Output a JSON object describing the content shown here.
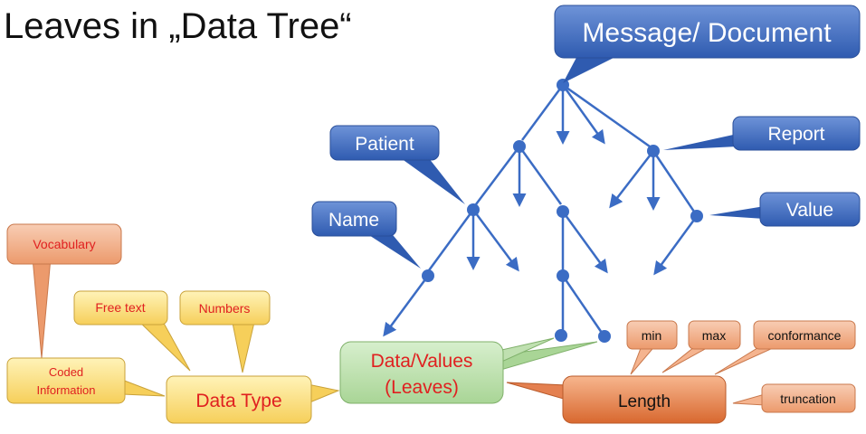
{
  "title": "Leaves in „Data Tree“",
  "callouts": {
    "message_document": "Message/ Document",
    "report": "Report",
    "patient": "Patient",
    "value": "Value",
    "name": "Name",
    "data_values_line1": "Data/Values",
    "data_values_line2": "(Leaves)",
    "vocabulary": "Vocabulary",
    "free_text": "Free text",
    "numbers": "Numbers",
    "coded_line1": "Coded",
    "coded_line2": "Information",
    "data_type": "Data Type",
    "length": "Length",
    "min": "min",
    "max": "max",
    "conformance": "conformance",
    "truncation": "truncation"
  },
  "colors": {
    "blue_callout": "#4a74c4",
    "tree": "#3b6cc4",
    "green_callout": "#bfe0b0",
    "yellow_callout": "#ffe38a",
    "orange_callout": "#f5b48f",
    "red_text": "#e02020"
  }
}
